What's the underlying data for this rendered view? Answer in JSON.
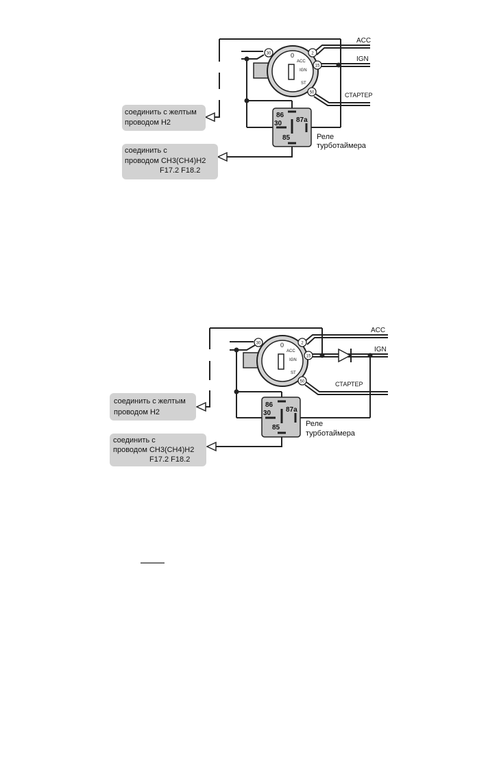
{
  "diagram1": {
    "wire_labels": {
      "acc": "ACC",
      "ign": "IGN",
      "starter": "СТАРТЕР"
    },
    "switch": {
      "t30": "30",
      "t2": "2",
      "t15": "15",
      "t50": "50",
      "pos0": "0",
      "posAcc": "ACC",
      "posIgn": "IGN",
      "posSt": "ST"
    },
    "relay": {
      "p86": "86",
      "p30": "30",
      "p87a": "87a",
      "p85": "85",
      "title1": "Реле",
      "title2": "турботаймера"
    },
    "box1": {
      "line1": "соединить с желтым",
      "line2": "проводом  H2"
    },
    "box2": {
      "line1": "соединить с",
      "line2": "проводом CH3(CH4)H2",
      "line3": "F17.2  F18.2"
    }
  },
  "diagram2": {
    "wire_labels": {
      "acc": "ACC",
      "ign": "IGN",
      "starter": "СТАРТЕР"
    },
    "switch": {
      "t30": "30",
      "t2": "2",
      "t15": "15",
      "t50": "50",
      "pos0": "0",
      "posAcc": "ACC",
      "posIgn": "IGN",
      "posSt": "ST"
    },
    "relay": {
      "p86": "86",
      "p30": "30",
      "p87a": "87a",
      "p85": "85",
      "title1": "Реле",
      "title2": "турботаймера"
    },
    "box1": {
      "line1": "соединить с желтым",
      "line2": "проводом  H2"
    },
    "box2": {
      "line1": "соединить с",
      "line2": "проводом CH3(CH4)H2",
      "line3": "F17.2  F18.2"
    }
  }
}
